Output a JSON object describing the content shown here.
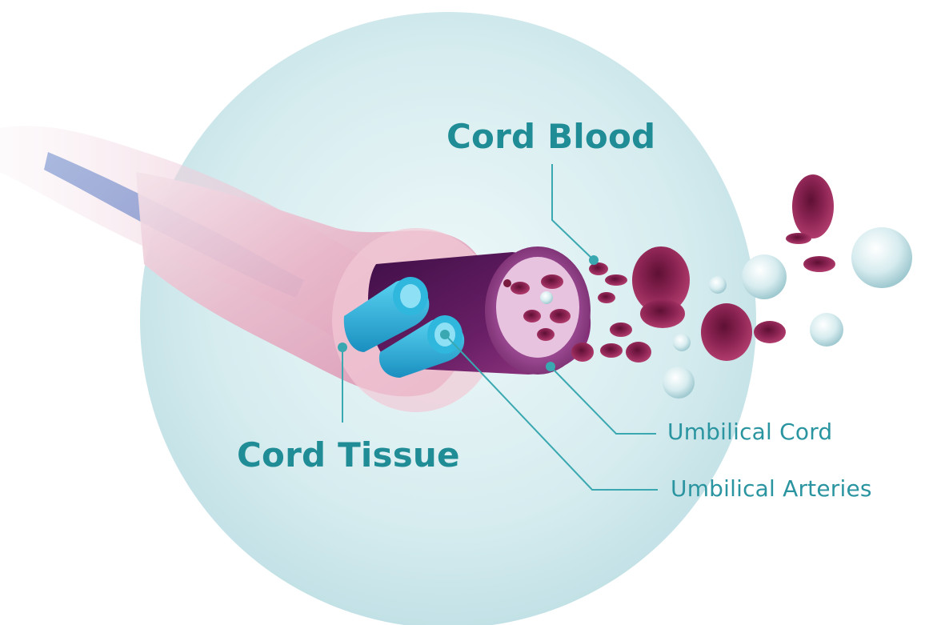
{
  "labels": {
    "cord_blood": "Cord Blood",
    "cord_tissue": "Cord Tissue",
    "umbilical_cord": "Umbilical Cord",
    "umbilical_arteries": "Umbilical Arteries"
  },
  "colors": {
    "label_teal": "#1f8c96",
    "leader_line": "#3aa8b0",
    "background_circle": "#cfe8ec",
    "cord_outer_pink": "#e9b3c6",
    "vessel_purple": "#5b1a5a",
    "artery_cyan": "#2bb2d8",
    "red_cell": "#8a1f4e",
    "white_cell": "#d8ecef"
  },
  "icons": [
    "umbilical-cord-illustration",
    "red-blood-cell-icon",
    "white-blood-cell-icon"
  ]
}
